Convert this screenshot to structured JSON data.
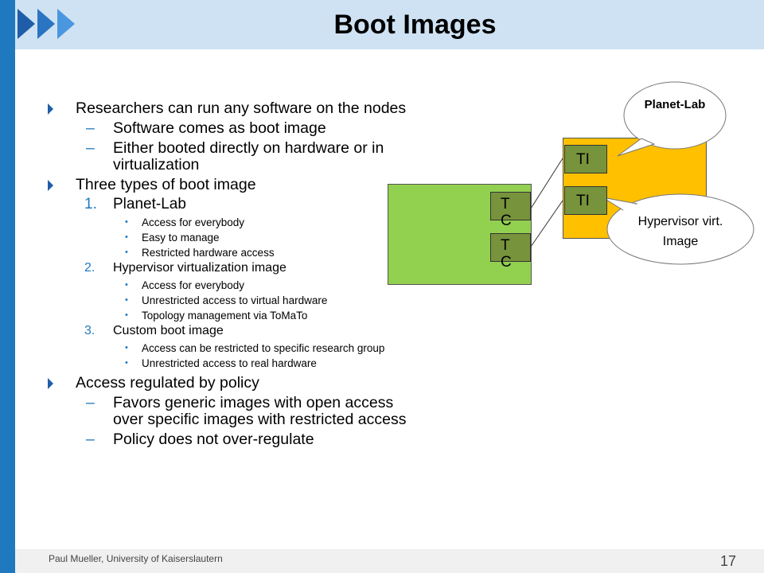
{
  "title": "Boot Images",
  "footer": {
    "author": "Paul Mueller,  University of Kaiserslautern",
    "page": "17"
  },
  "bullets": {
    "b1": "Researchers can run any software on the nodes",
    "b1_1": "Software comes as boot image",
    "b1_2": "Either booted directly on hardware or in virtualization",
    "b2": "Three types of boot image",
    "t1_num": "1.",
    "t1": "Planet-Lab",
    "t1_a": "Access for everybody",
    "t1_b": "Easy to manage",
    "t1_c": "Restricted hardware access",
    "t2_num": "2.",
    "t2": "Hypervisor virtualization image",
    "t2_a": "Access for everybody",
    "t2_b": "Unrestricted access to virtual hardware",
    "t2_c": "Topology management via ToMaTo",
    "t3_num": "3.",
    "t3": "Custom boot image",
    "t3_a": "Access can be restricted to specific research group",
    "t3_b": "Unrestricted access to real hardware",
    "b3": "Access regulated by policy",
    "b3_1": "Favors generic images with open access over specific images with restricted access",
    "b3_2": "Policy does not over-regulate"
  },
  "diagram": {
    "tc1": "T C",
    "tc2": "T C",
    "ti1": "TI",
    "ti2": "TI",
    "bubble1": "Planet-Lab",
    "bubble2": "Hypervisor virt. Image"
  },
  "colors": {
    "accent": "#1f79be",
    "green": "#92d050",
    "orange": "#ffc000",
    "dark_green": "#77933c",
    "header_bg": "#cfe2f3"
  }
}
